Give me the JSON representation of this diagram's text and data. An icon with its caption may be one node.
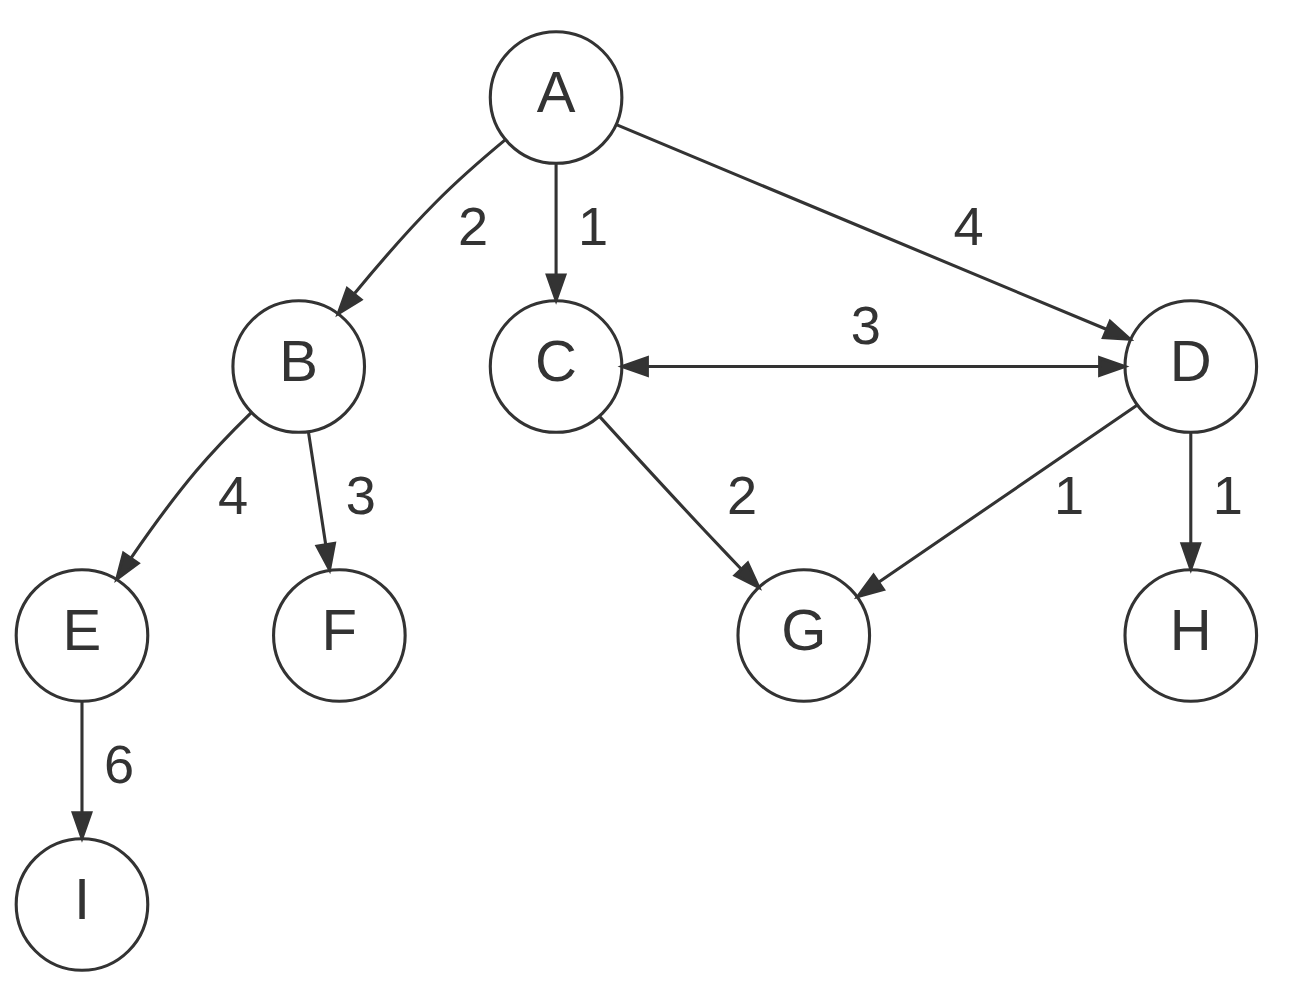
{
  "diagram": {
    "nodes": [
      {
        "text": [
          "A"
        ]
      },
      {
        "text": [
          "B"
        ]
      },
      {
        "text": [
          "C"
        ]
      },
      {
        "text": [
          "D"
        ]
      },
      {
        "text": [
          "E"
        ]
      },
      {
        "text": [
          "F"
        ]
      },
      {
        "text": [
          "G"
        ]
      },
      {
        "text": [
          "H"
        ]
      },
      {
        "text": [
          "I"
        ]
      }
    ],
    "edges": [
      {
        "from": 0,
        "to": 1,
        "arrow": "to",
        "label": "2"
      },
      {
        "from": 0,
        "to": 2,
        "arrow": "to",
        "label": "1"
      },
      {
        "from": 0,
        "to": 3,
        "arrow": "to",
        "label": "4"
      },
      {
        "from": 2,
        "to": 3,
        "arrow": "both",
        "label": "3"
      },
      {
        "from": 1,
        "to": 4,
        "arrow": "to",
        "label": "4"
      },
      {
        "from": 1,
        "to": 5,
        "arrow": "to",
        "label": "3"
      },
      {
        "from": 2,
        "to": 6,
        "arrow": "to",
        "label": "2"
      },
      {
        "from": 3,
        "to": 6,
        "arrow": "to",
        "label": "1"
      },
      {
        "from": 3,
        "to": 7,
        "arrow": "to",
        "label": "1"
      },
      {
        "from": 4,
        "to": 8,
        "arrow": "to",
        "label": "6"
      }
    ]
  }
}
